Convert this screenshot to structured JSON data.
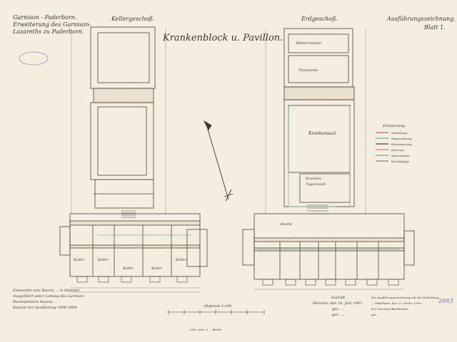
{
  "header": {
    "title": "Krankenblock u. Pavillon.",
    "left_lines": [
      "Garnison - Paderborn.",
      "Erweiterung des Garnison-",
      "Lazareths zu Paderborn."
    ],
    "right_line1": "Ausführungszeichnung.",
    "right_line2": "Blatt 1."
  },
  "plans": {
    "left_label": "Kellergeschoß.",
    "right_label": "Erdgeschoß."
  },
  "room_labels": {
    "left": [
      "Keller",
      "Keller",
      "Keller",
      "Keller",
      "Keller"
    ],
    "right": [
      "Wärterzimmer",
      "Theeküche",
      "Kranken-",
      "Tagesraum",
      "Krankensaal",
      "Aborte"
    ]
  },
  "legend": {
    "title": "Erläuterung.",
    "items": [
      "Gasleitung",
      "Wasserleitung",
      "Entwässerung",
      "Heizung",
      "Warmwasser",
      "Kanalanlage"
    ]
  },
  "scale": "Maßstab 1:100.",
  "footer": {
    "left_lines": [
      "Entworfen vom Baurat ... in Münster.",
      "Ausgeführt unter Leitung des Garnison-",
      "Bauinspektors Baurat ...",
      "Bauzeit der Ausführung 1908-1909."
    ],
    "mid_lines": [
      "Geprüft",
      "Münster, den 10. Juni 1907.",
      "gez. ...",
      "gez. ..."
    ],
    "right_lines": [
      "Die Ausführungszeichnung mit der Bauleitung",
      "... Paderborn, den 13. Dezbr. 1909.",
      "Der Garnison-Baubeamte",
      "gez. ..."
    ],
    "imprint": "Lith. Anst. v. ... Berlin",
    "stamp_number": "2683"
  }
}
